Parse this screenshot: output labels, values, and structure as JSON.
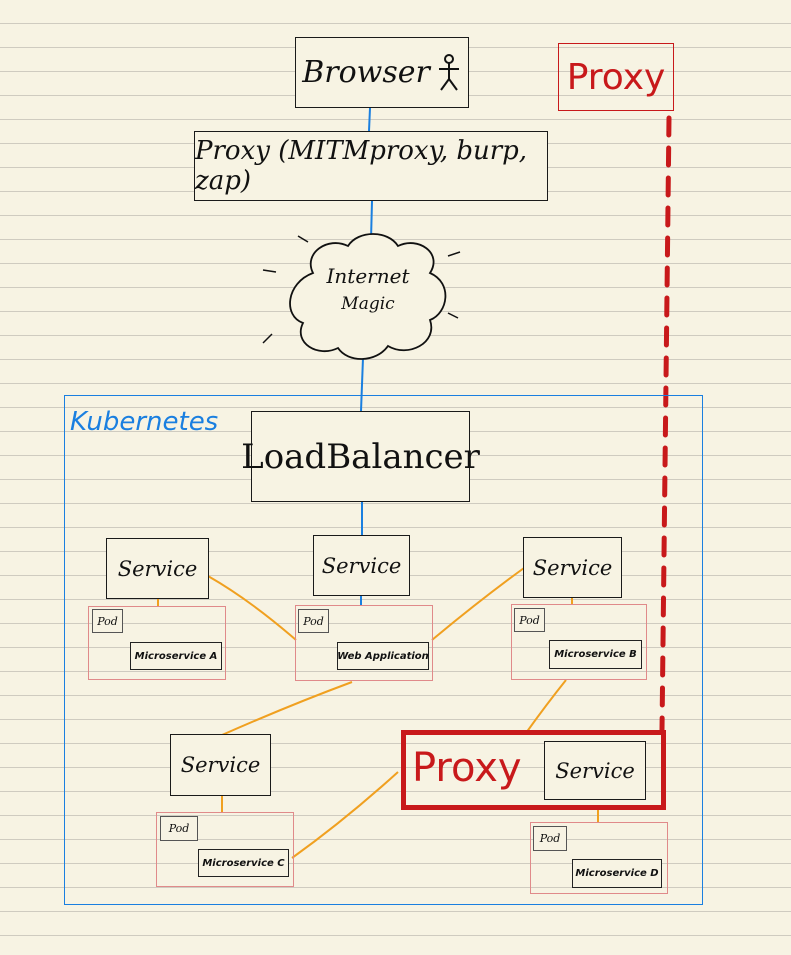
{
  "top": {
    "browser_label": "Browser",
    "proxy_label": "Proxy (MITMproxy, burp, zap)",
    "internet_label_line1": "Internet",
    "internet_label_line2": "Magic",
    "external_proxy_label": "Proxy"
  },
  "kubernetes": {
    "label": "Kubernetes",
    "load_balancer_label": "LoadBalancer",
    "proxy_label": "Proxy",
    "services": [
      {
        "service_label": "Service",
        "pod_label": "Pod",
        "workload_label": "Microservice A"
      },
      {
        "service_label": "Service",
        "pod_label": "Pod",
        "workload_label": "Web Application"
      },
      {
        "service_label": "Service",
        "pod_label": "Pod",
        "workload_label": "Microservice B"
      },
      {
        "service_label": "Service",
        "pod_label": "Pod",
        "workload_label": "Microservice C"
      },
      {
        "service_label": "Service",
        "pod_label": "Pod",
        "workload_label": "Microservice D"
      }
    ]
  },
  "colors": {
    "kubernetes_blue": "#1a7fe0",
    "proxy_red": "#c8191b",
    "link_orange": "#f0a020",
    "pod_border": "#e08a8a",
    "paper": "#f7f3e3"
  },
  "icons": {
    "browser_user": "stick-figure-icon",
    "internet": "cloud-icon"
  }
}
